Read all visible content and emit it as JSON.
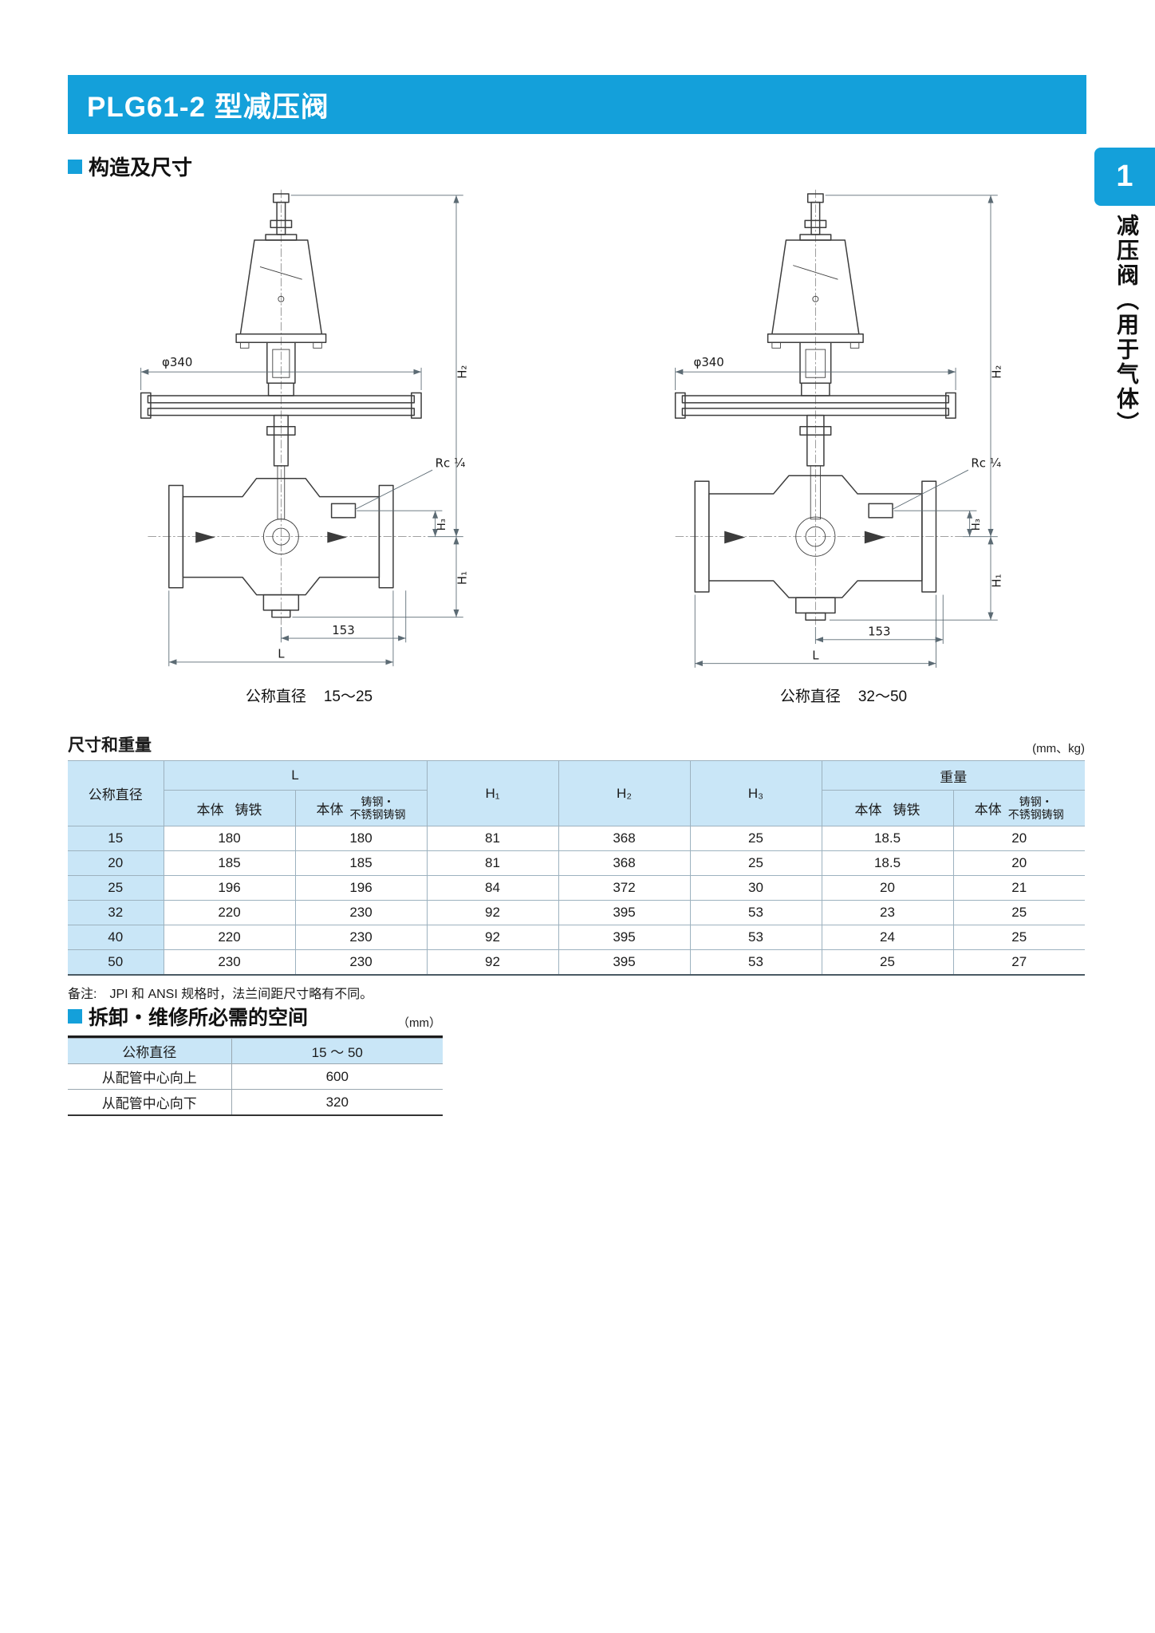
{
  "page": {
    "banner_title": "PLG61-2 型减压阀",
    "side_tab": "1",
    "side_vertical_text": "减压阀（用于气体）"
  },
  "section_structure": {
    "title": "构造及尺寸"
  },
  "drawings": {
    "dims": {
      "dia": "φ340",
      "h1": "H₁",
      "h2": "H₂",
      "h3": "H₃",
      "rc": "Rc ¼",
      "d153": "153",
      "L": "L"
    },
    "left_caption_label": "公称直径",
    "left_caption_range": "15～25",
    "right_caption_label": "公称直径",
    "right_caption_range": "32～50"
  },
  "size_table": {
    "title": "尺寸和重量",
    "unit": "(mm、kg)",
    "headers": {
      "dn": "公称直径",
      "L": "L",
      "weight": "重量",
      "h1": "H₁",
      "h2": "H₂",
      "h3": "H₃",
      "body": "本体",
      "cast_iron": "铸铁",
      "cast_steel_line1": "铸钢・",
      "cast_steel_line2": "不锈钢铸钢"
    },
    "rows": [
      {
        "dn": "15",
        "c": [
          "180",
          "180",
          "81",
          "368",
          "25",
          "18.5",
          "20"
        ]
      },
      {
        "dn": "20",
        "c": [
          "185",
          "185",
          "81",
          "368",
          "25",
          "18.5",
          "20"
        ]
      },
      {
        "dn": "25",
        "c": [
          "196",
          "196",
          "84",
          "372",
          "30",
          "20",
          "21"
        ]
      },
      {
        "dn": "32",
        "c": [
          "220",
          "230",
          "92",
          "395",
          "53",
          "23",
          "25"
        ]
      },
      {
        "dn": "40",
        "c": [
          "220",
          "230",
          "92",
          "395",
          "53",
          "24",
          "25"
        ]
      },
      {
        "dn": "50",
        "c": [
          "230",
          "230",
          "92",
          "395",
          "53",
          "25",
          "27"
        ]
      }
    ],
    "note": "备注:　JPI 和 ANSI 规格时，法兰间距尺寸略有不同。"
  },
  "space_table": {
    "title": "拆卸・维修所必需的空间",
    "unit": "（mm）",
    "header": {
      "col1": "公称直径",
      "col2": "15 ～ 50"
    },
    "rows": [
      {
        "label": "从配管中心向上",
        "value": "600"
      },
      {
        "label": "从配管中心向下",
        "value": "320"
      }
    ]
  }
}
